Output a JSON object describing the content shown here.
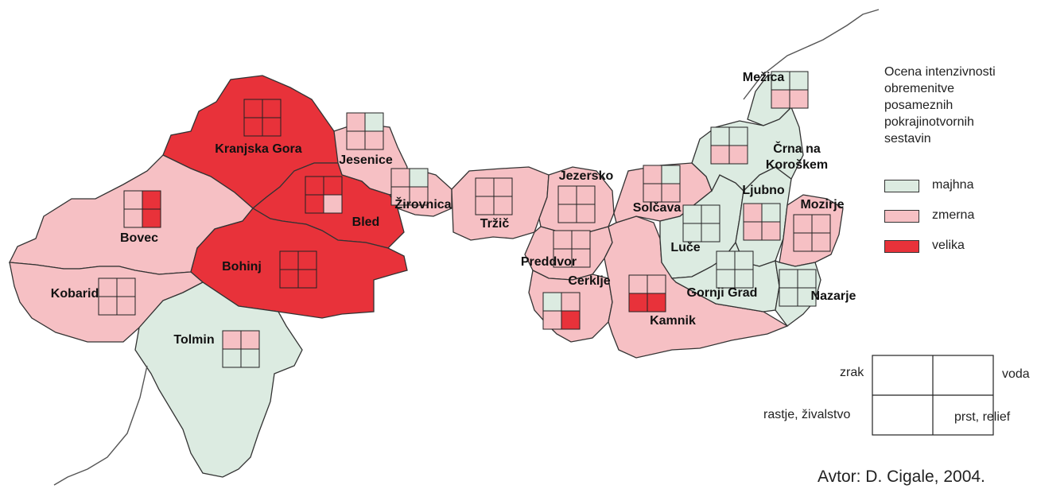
{
  "legend": {
    "title_lines": [
      "Ocena intenzivnosti",
      "obremenitve",
      "posameznih",
      "pokrajinotvornih",
      "sestavin"
    ],
    "levels": [
      {
        "id": "small",
        "label": "majhna",
        "color": "#dcebe1"
      },
      {
        "id": "medium",
        "label": "zmerna",
        "color": "#f6c0c4"
      },
      {
        "id": "large",
        "label": "velika",
        "color": "#e8323a"
      }
    ]
  },
  "key": {
    "top_left": "zrak",
    "top_right": "voda",
    "bottom_left": "rastje, živalstvo",
    "bottom_right": "prst, relief"
  },
  "credit": "Avtor: D. Cigale, 2004.",
  "regions": [
    {
      "name": "Kranjska Gora",
      "fill": "large",
      "cells": [
        "large",
        "large",
        "large",
        "large"
      ]
    },
    {
      "name": "Jesenice",
      "fill": "medium",
      "cells": [
        "medium",
        "small",
        "medium",
        "medium"
      ]
    },
    {
      "name": "Žirovnica",
      "fill": "medium",
      "cells": [
        "medium",
        "small",
        "medium",
        "medium"
      ]
    },
    {
      "name": "Bovec",
      "fill": "medium",
      "cells": [
        "medium",
        "large",
        "medium",
        "large"
      ]
    },
    {
      "name": "Bled",
      "fill": "large",
      "cells": [
        "large",
        "large",
        "large",
        "medium"
      ]
    },
    {
      "name": "Bohinj",
      "fill": "large",
      "cells": [
        "large",
        "large",
        "large",
        "large"
      ]
    },
    {
      "name": "Kobarid",
      "fill": "medium",
      "cells": [
        "medium",
        "medium",
        "medium",
        "medium"
      ]
    },
    {
      "name": "Tolmin",
      "fill": "small",
      "cells": [
        "medium",
        "medium",
        "small",
        "small"
      ]
    },
    {
      "name": "Tržič",
      "fill": "medium",
      "cells": [
        "medium",
        "medium",
        "medium",
        "medium"
      ]
    },
    {
      "name": "Jezersko",
      "fill": "medium",
      "cells": [
        "medium",
        "medium",
        "medium",
        "medium"
      ]
    },
    {
      "name": "Preddvor",
      "fill": "medium",
      "cells": [
        "medium",
        "medium",
        "medium",
        "medium"
      ]
    },
    {
      "name": "Cerklje",
      "fill": "medium",
      "cells": [
        "small",
        "medium",
        "medium",
        "large"
      ]
    },
    {
      "name": "Kamnik",
      "fill": "medium",
      "cells": [
        "medium",
        "medium",
        "large",
        "large"
      ]
    },
    {
      "name": "Solčava",
      "fill": "medium",
      "cells": [
        "medium",
        "small",
        "medium",
        "medium"
      ]
    },
    {
      "name": "Luče",
      "fill": "small",
      "cells": [
        "small",
        "small",
        "small",
        "small"
      ]
    },
    {
      "name": "Ljubno",
      "fill": "small",
      "cells": [
        "medium",
        "small",
        "medium",
        "medium"
      ]
    },
    {
      "name": "Mozirje",
      "fill": "medium",
      "cells": [
        "medium",
        "medium",
        "medium",
        "medium"
      ]
    },
    {
      "name": "Gornji Grad",
      "fill": "small",
      "cells": [
        "small",
        "small",
        "small",
        "small"
      ]
    },
    {
      "name": "Nazarje",
      "fill": "small",
      "cells": [
        "small",
        "small",
        "small",
        "small"
      ]
    },
    {
      "name": "Mežica",
      "fill": "small",
      "cells": [
        "small",
        "small",
        "medium",
        "medium"
      ]
    },
    {
      "name": "Črna na Koroškem",
      "fill": "small",
      "cells": [
        "small",
        "small",
        "medium",
        "medium"
      ]
    }
  ]
}
